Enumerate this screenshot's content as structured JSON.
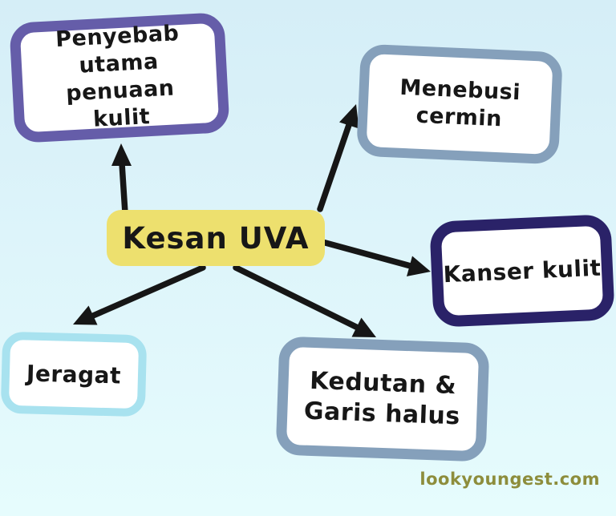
{
  "background": {
    "gradient_top": "#d5eef7",
    "gradient_bottom": "#e6fcfd"
  },
  "center_node": {
    "label": "Kesan UVA",
    "fill_color": "#ede06e",
    "text_color": "#171717"
  },
  "nodes": {
    "penyebab": {
      "lines": [
        "Penyebab",
        "utama penuaan",
        "kulit"
      ],
      "border_color": "#655da9"
    },
    "menebusi": {
      "lines": [
        "Menebusi",
        "cermin"
      ],
      "border_color": "#85a0bb"
    },
    "kanser": {
      "lines": [
        "Kanser kulit"
      ],
      "border_color": "#2a2268"
    },
    "jeragat": {
      "lines": [
        "Jeragat"
      ],
      "border_color": "#a8e2ef"
    },
    "kedutan": {
      "lines": [
        "Kedutan &",
        "Garis halus"
      ],
      "border_color": "#85a0bb"
    }
  },
  "arrows": {
    "color": "#161616",
    "from": "Kesan UVA",
    "to": [
      "Penyebab utama penuaan kulit",
      "Menebusi cermin",
      "Kanser kulit",
      "Jeragat",
      "Kedutan & Garis halus"
    ]
  },
  "watermark": {
    "text": "lookyoungest.com",
    "color": "#8d8d3c"
  }
}
